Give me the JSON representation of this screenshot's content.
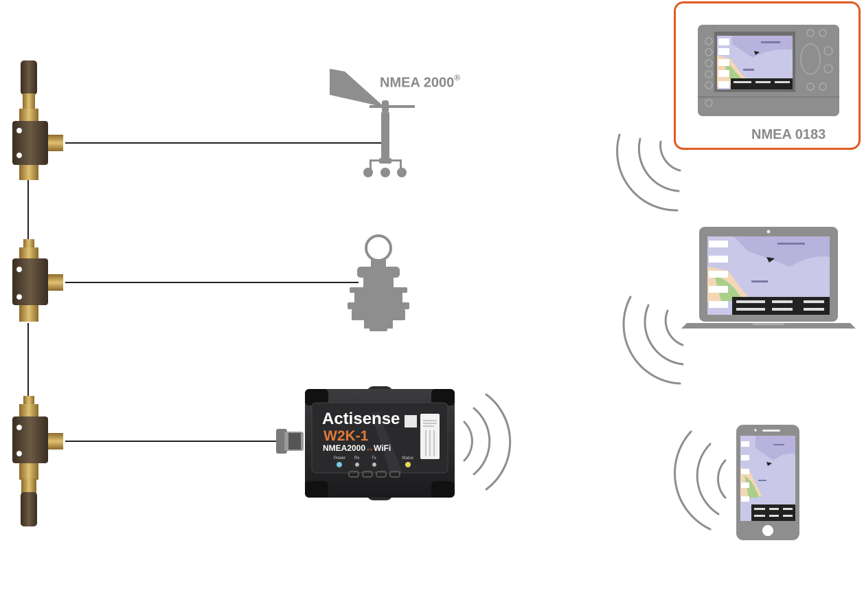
{
  "labels": {
    "nmea2000": "NMEA 2000",
    "nmea2000_reg": "®",
    "nmea0183": "NMEA 0183"
  },
  "device": {
    "brand": "Actisense",
    "model": "W2K-1",
    "subtitle_left": "NMEA2000",
    "subtitle_arrow": "↔",
    "subtitle_right": "WiFi",
    "leds": [
      "Power",
      "Rx",
      "Tx",
      "Status"
    ]
  },
  "colors": {
    "accent_orange": "#e05a24",
    "cable": "#222222",
    "device_gray": "#8e8e8e",
    "wave_gray": "#8e8e8e",
    "chart_water": "#c9c8e8",
    "chart_land": "#f3d7b6",
    "chart_green": "#a9cf8a"
  },
  "icons": [
    "wind-vane-icon",
    "transducer-icon",
    "wifi-waves-icon",
    "chartplotter-icon",
    "laptop-icon",
    "smartphone-icon",
    "tee-connector-icon",
    "terminator-icon"
  ]
}
